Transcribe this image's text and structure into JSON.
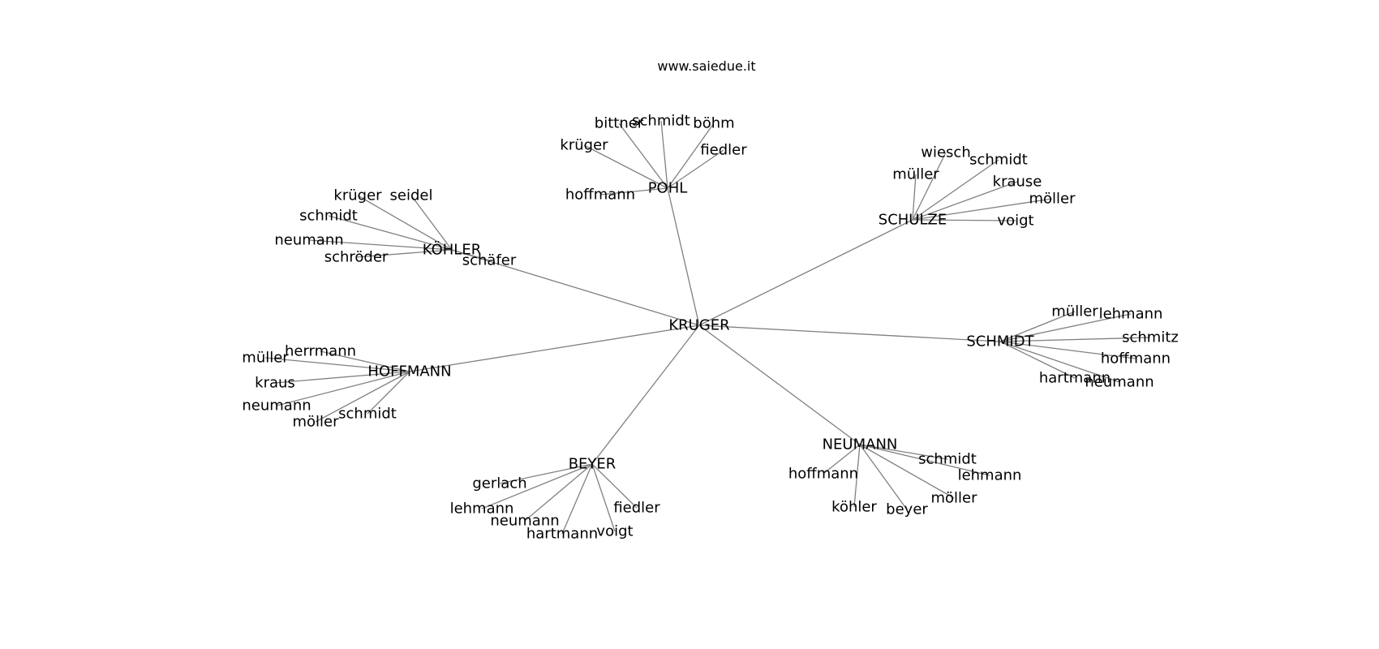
{
  "title": "www.saiedue.it",
  "colors": {
    "edge": "#808080",
    "text": "#000000",
    "background": "#ffffff"
  },
  "root": {
    "id": "root",
    "label": "KRUGER"
  },
  "groups": [
    {
      "id": "pohl",
      "label": "POHL",
      "children": [
        "bittner",
        "schmidt",
        "böhm",
        "krüger",
        "fiedler",
        "hoffmann"
      ]
    },
    {
      "id": "schulze",
      "label": "SCHULZE",
      "children": [
        "wiesch",
        "schmidt",
        "müller",
        "krause",
        "möller",
        "voigt"
      ]
    },
    {
      "id": "koehler",
      "label": "KÖHLER",
      "children": [
        "krüger",
        "seidel",
        "schmidt",
        "neumann",
        "schröder",
        "schäfer"
      ]
    },
    {
      "id": "schmidt",
      "label": "SCHMIDT",
      "children": [
        "müller",
        "lehmann",
        "schmitz",
        "hoffmann",
        "hartmann",
        "neumann"
      ]
    },
    {
      "id": "hoffmann",
      "label": "HOFFMANN",
      "children": [
        "herrmann",
        "müller",
        "kraus",
        "neumann",
        "schmidt",
        "möller"
      ]
    },
    {
      "id": "neumann",
      "label": "NEUMANN",
      "children": [
        "hoffmann",
        "schmidt",
        "lehmann",
        "köhler",
        "beyer",
        "möller"
      ]
    },
    {
      "id": "beyer",
      "label": "BEYER",
      "children": [
        "gerlach",
        "lehmann",
        "neumann",
        "hartmann",
        "voigt",
        "fiedler"
      ]
    }
  ]
}
